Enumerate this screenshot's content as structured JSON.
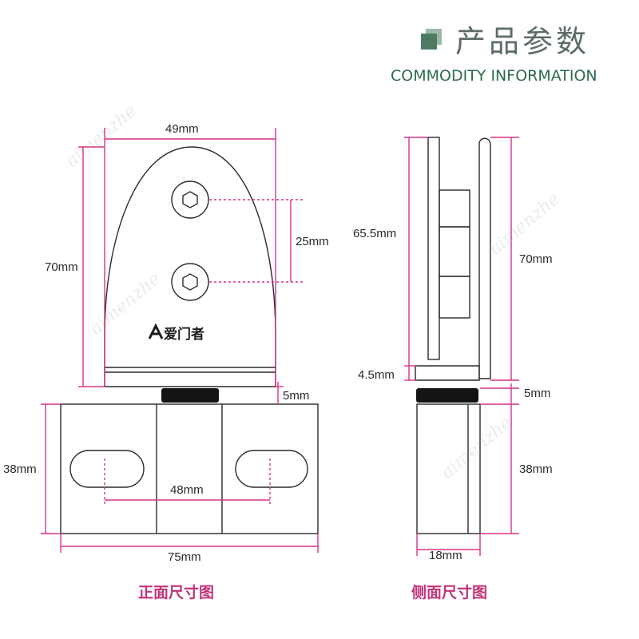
{
  "header": {
    "title_zh": "产品参数",
    "title_en": "COMMODITY INFORMATION",
    "accent_color": "#4d7a63"
  },
  "front_view": {
    "caption": "正面尺寸图",
    "logo_text": "爱门者",
    "dims": {
      "top_width": "49mm",
      "height": "70mm",
      "hole_spacing": "25mm",
      "gap": "5mm",
      "base_height": "38mm",
      "slot_spacing": "48mm",
      "base_width": "75mm"
    }
  },
  "side_view": {
    "caption": "侧面尺寸图",
    "dims": {
      "inner_height": "65.5mm",
      "height": "70mm",
      "lip": "4.5mm",
      "gap": "5mm",
      "base_height": "38mm",
      "base_width": "18mm"
    }
  },
  "colors": {
    "dimension_line": "#d6338a",
    "caption": "#c2337a",
    "outline": "#2b2b2b"
  }
}
